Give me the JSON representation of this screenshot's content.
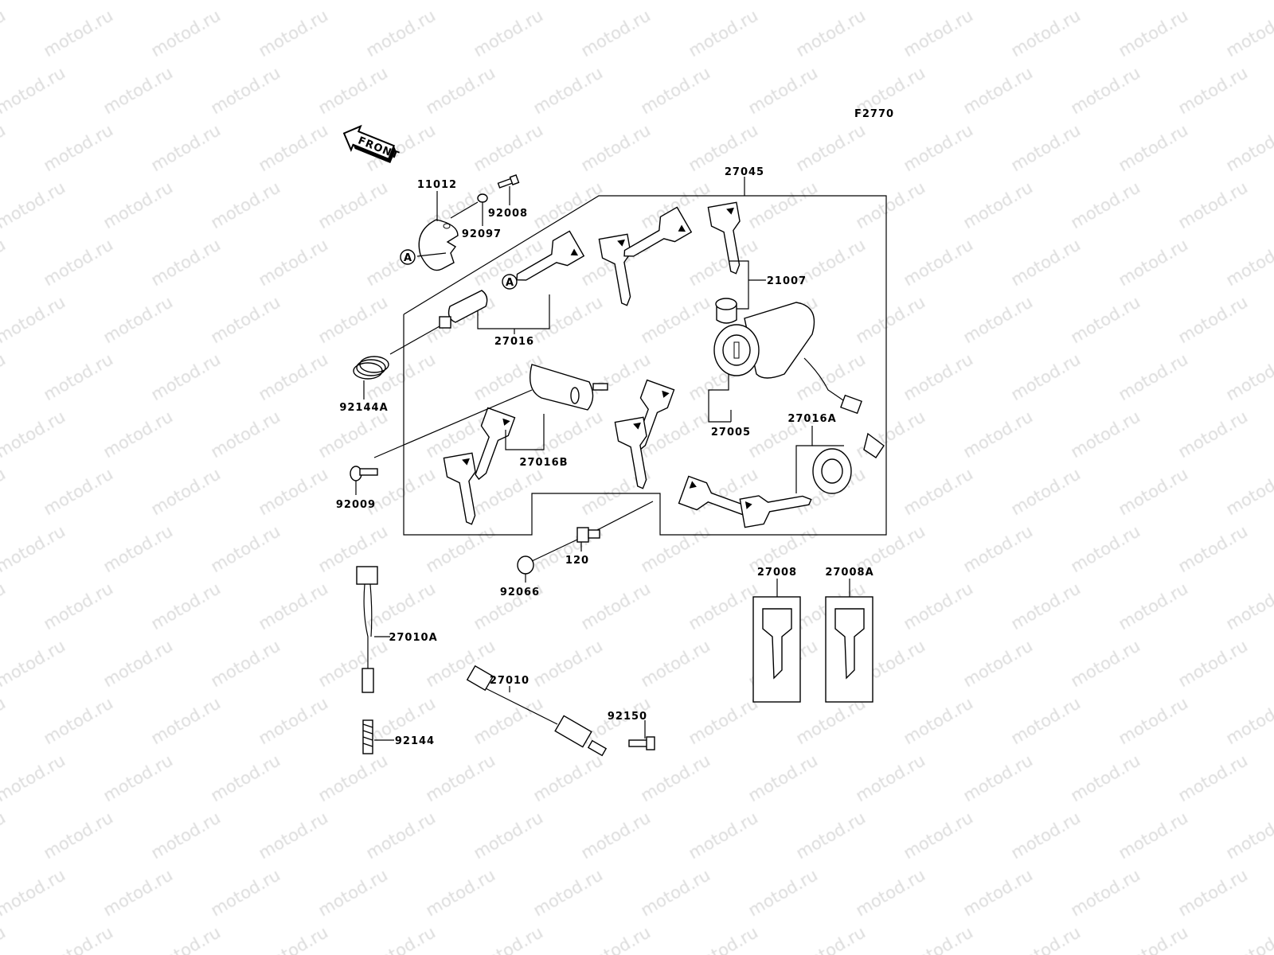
{
  "watermark": "motod.ru",
  "figure_code": "F2770",
  "front_arrow": "FRONT",
  "reference_marker": "A",
  "part_numbers": {
    "p11012": "11012",
    "p92008": "92008",
    "p92097": "92097",
    "p27045": "27045",
    "p21007": "21007",
    "p27016": "27016",
    "p92144A": "92144A",
    "p27016B": "27016B",
    "p27005": "27005",
    "p27016A": "27016A",
    "p92009": "92009",
    "p120": "120",
    "p92066": "92066",
    "p27008": "27008",
    "p27008A": "27008A",
    "p27010A": "27010A",
    "p27010": "27010",
    "p92150": "92150",
    "p92144": "92144"
  }
}
